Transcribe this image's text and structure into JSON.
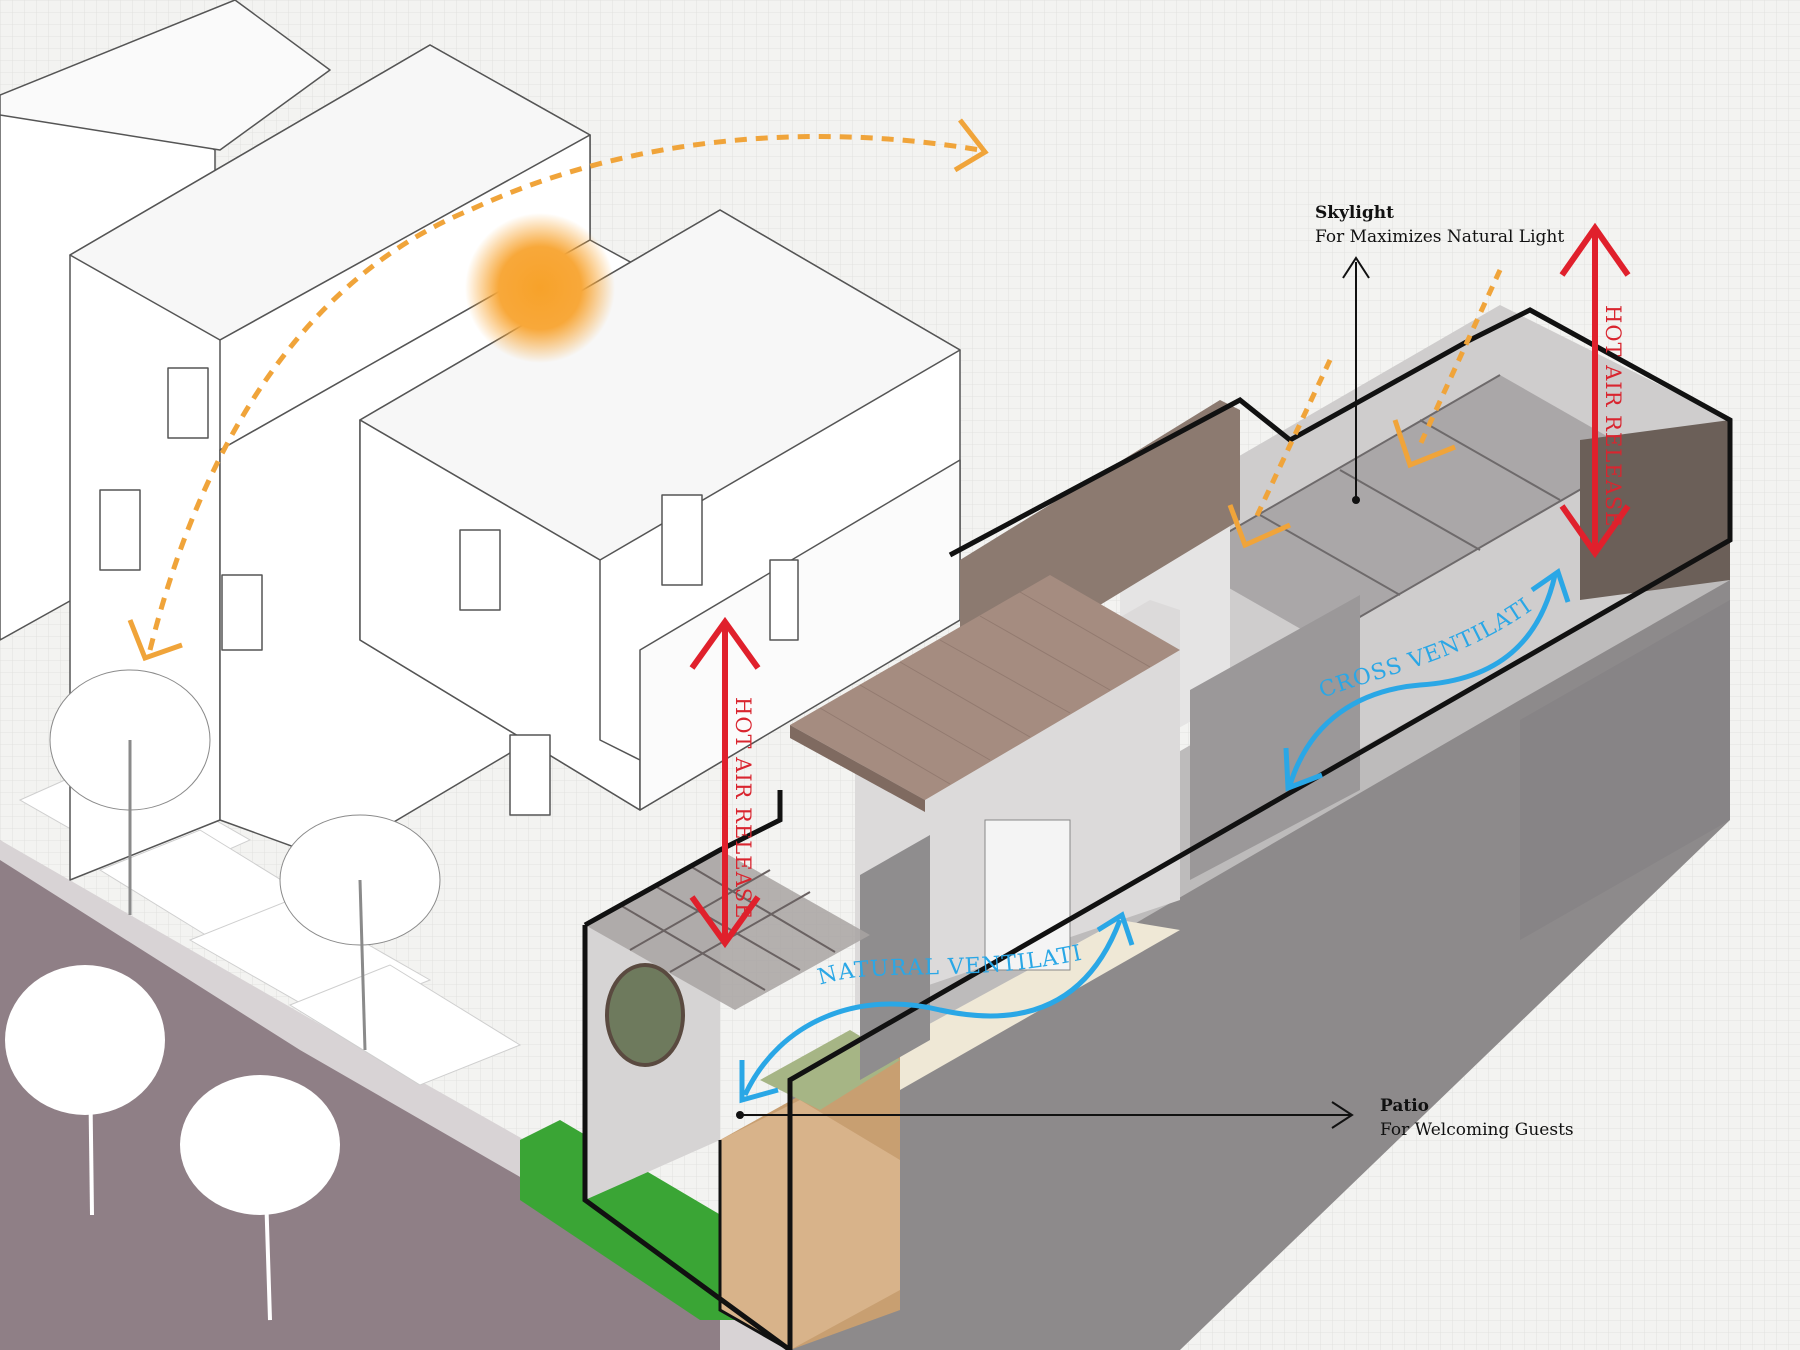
{
  "callouts": {
    "skylight": {
      "title": "Skylight",
      "subtitle": "For Maximizes Natural Light"
    },
    "patio": {
      "title": "Patio",
      "subtitle": "For Welcoming Guests"
    }
  },
  "flow_labels": {
    "hot_air_left": "HOT AIR RELEASE",
    "hot_air_right": "HOT AIR RELEASE",
    "natural_ventilation": "NATURAL VENTILATION",
    "cross_ventilation": "CROSS VENTILATION"
  },
  "colors": {
    "hot_air": "#e0202c",
    "ventilation": "#2aa7e6",
    "sun": "#f5a32a",
    "sun_path": "#f0a43a",
    "road": "#8f7f86",
    "grass": "#3aa535",
    "roof_tile": "#a78d80",
    "cut_section": "#8d8a8b"
  },
  "icons": {
    "sun": "sun-icon",
    "sun_path": "sun-path-arrow-icon",
    "sunlight_rays": "sunlight-arrow-icon"
  }
}
